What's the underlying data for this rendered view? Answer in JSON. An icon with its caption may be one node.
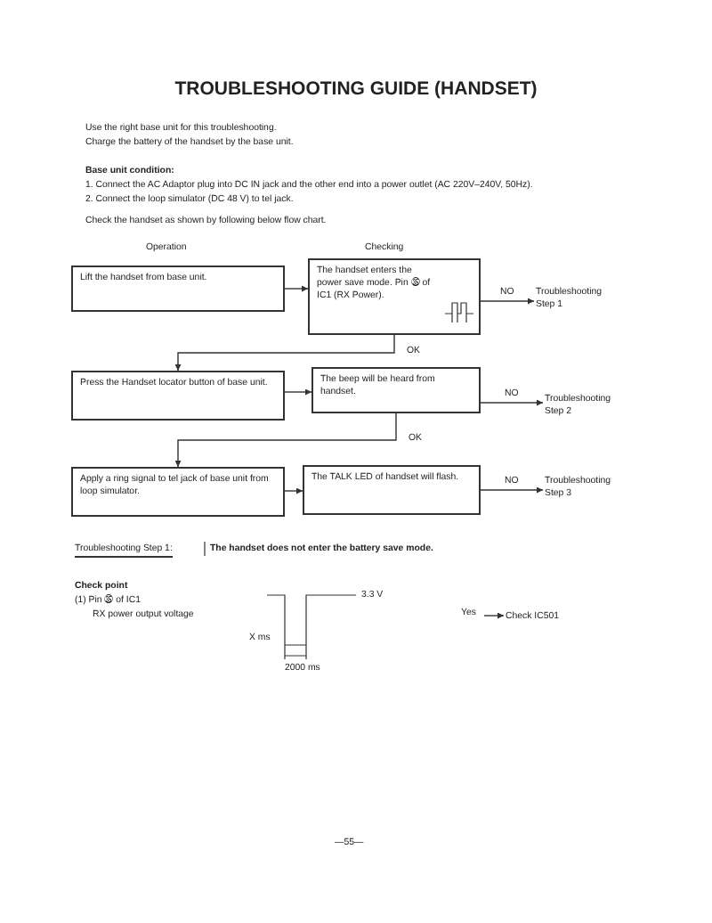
{
  "diagram": {
    "title": "TROUBLESHOOTING GUIDE (HANDSET)",
    "nodes": [
      {
        "text": [
          "Lift the handset from base unit."
        ]
      },
      {
        "text": [
          "The handset enters the power save mode. Pin ㉟ of IC1 (RX Power)."
        ]
      },
      {
        "text": [
          "Troubleshooting Step 1"
        ]
      },
      {
        "text": [
          "Press the Handset locator button of base unit."
        ]
      },
      {
        "text": [
          "The beep will be heard from handset."
        ]
      },
      {
        "text": [
          "Troubleshooting Step 2"
        ]
      },
      {
        "text": [
          "Apply a ring signal to tel jack of base unit from loop simulator."
        ]
      },
      {
        "text": [
          "The TALK LED of handset will flash."
        ]
      },
      {
        "text": [
          "Troubleshooting Step 3"
        ]
      },
      {
        "text": [
          "Yes"
        ]
      },
      {
        "text": [
          "Check IC501"
        ]
      }
    ],
    "edges": [
      {
        "from": 0,
        "to": 1,
        "arrow": "to"
      },
      {
        "from": 1,
        "to": 2,
        "arrow": "to",
        "label": "NO"
      },
      {
        "from": 1,
        "to": 3,
        "arrow": "to",
        "label": "OK"
      },
      {
        "from": 3,
        "to": 4,
        "arrow": "to"
      },
      {
        "from": 4,
        "to": 5,
        "arrow": "to",
        "label": "NO"
      },
      {
        "from": 4,
        "to": 6,
        "arrow": "to",
        "label": "OK"
      },
      {
        "from": 6,
        "to": 7,
        "arrow": "to"
      },
      {
        "from": 7,
        "to": 8,
        "arrow": "to",
        "label": "NO"
      },
      {
        "from": 9,
        "to": 10,
        "arrow": "to"
      }
    ],
    "labels": [
      "Use the right base unit for this troubleshooting.",
      "Charge the battery of the handset by the base unit.",
      "Base unit condition:",
      "1. Connect the AC Adaptor plug into DC IN jack and the other end into a power outlet (AC 220V–240V, 50Hz).",
      "2. Connect the loop simulator (DC 48 V) to tel jack.",
      "Check the handset as shown by following below flow chart.",
      "Operation",
      "Checking",
      "Troubleshooting Step 1:",
      "The handset does not enter the battery save mode.",
      "Check point",
      "(1) Pin ㉟ of IC1",
      "RX power output voltage",
      "3.3 V",
      "X ms",
      "2000 ms",
      "—55—"
    ]
  }
}
